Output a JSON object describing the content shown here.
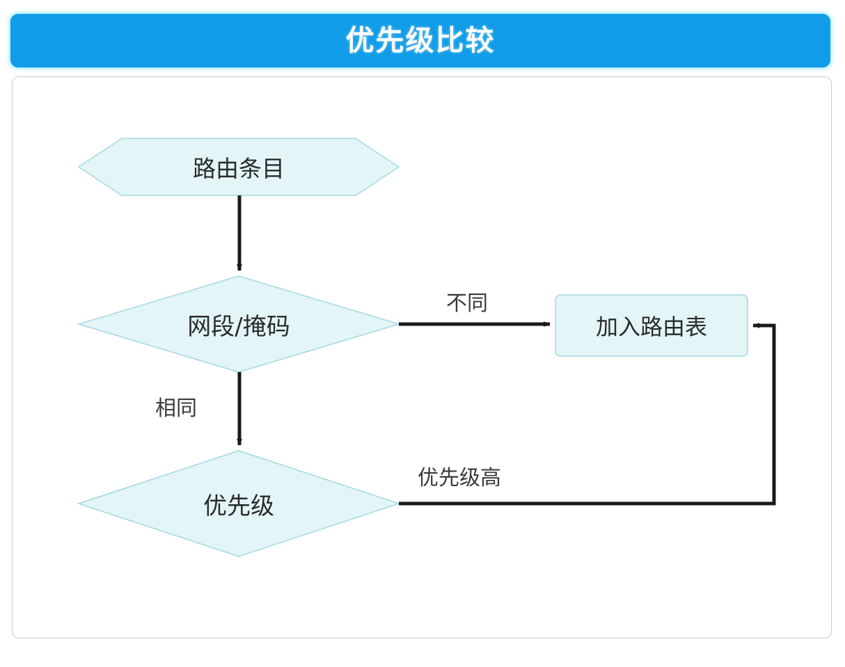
{
  "header": {
    "title": "优先级比较",
    "background_color": "#109CE8",
    "text_color": "#FFFFFF"
  },
  "diagram": {
    "frame_border_color": "#C9C9C9",
    "node_fill_color": "#E3F5F7",
    "node_stroke_color": "#A7D9E4",
    "edge_color": "#1A1A1A",
    "nodes": [
      {
        "id": "route-entry",
        "shape": "hexagon",
        "label": "路由条目"
      },
      {
        "id": "network-mask",
        "shape": "diamond",
        "label": "网段/掩码"
      },
      {
        "id": "priority",
        "shape": "diamond",
        "label": "优先级"
      },
      {
        "id": "add-to-table",
        "shape": "rectangle",
        "label": "加入路由表"
      }
    ],
    "edges": [
      {
        "from": "route-entry",
        "to": "network-mask",
        "label": ""
      },
      {
        "from": "network-mask",
        "to": "add-to-table",
        "label": "不同"
      },
      {
        "from": "network-mask",
        "to": "priority",
        "label": "相同"
      },
      {
        "from": "priority",
        "to": "add-to-table",
        "label": "优先级高"
      }
    ]
  }
}
